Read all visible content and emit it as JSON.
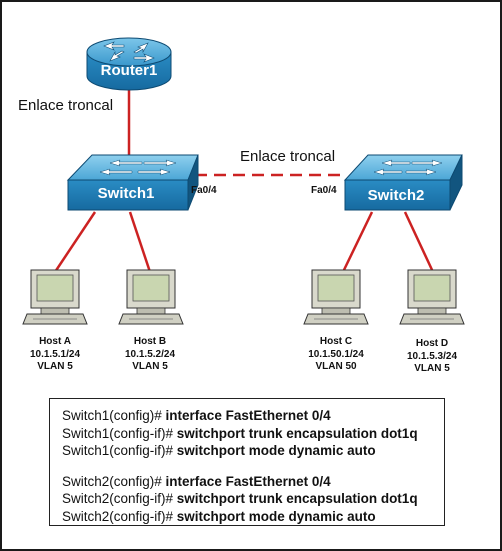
{
  "router": {
    "label": "Router1"
  },
  "switches": [
    {
      "label": "Switch1",
      "port": "Fa0/4"
    },
    {
      "label": "Switch2",
      "port": "Fa0/4"
    }
  ],
  "trunk_labels": [
    "Enlace troncal",
    "Enlace troncal"
  ],
  "hosts": [
    {
      "name": "Host A",
      "ip": "10.1.5.1/24",
      "vlan": "VLAN 5"
    },
    {
      "name": "Host B",
      "ip": "10.1.5.2/24",
      "vlan": "VLAN 5"
    },
    {
      "name": "Host C",
      "ip": "10.1.50.1/24",
      "vlan": "VLAN 50"
    },
    {
      "name": "Host D",
      "ip": "10.1.5.3/24",
      "vlan": "VLAN 5"
    }
  ],
  "config": [
    [
      {
        "prompt": "Switch1(config)# ",
        "command": "interface FastEthernet 0/4"
      },
      {
        "prompt": "Switch1(config-if)# ",
        "command": "switchport trunk encapsulation dot1q"
      },
      {
        "prompt": "Switch1(config-if)# ",
        "command": "switchport mode dynamic auto"
      }
    ],
    [
      {
        "prompt": "Switch2(config)# ",
        "command": "interface FastEthernet 0/4"
      },
      {
        "prompt": "Switch2(config-if)# ",
        "command": "switchport trunk encapsulation dot1q"
      },
      {
        "prompt": "Switch2(config-if)# ",
        "command": "switchport mode dynamic auto"
      }
    ]
  ],
  "colors": {
    "link": "#cc2222",
    "device_face": "#1f7fb6",
    "device_dark": "#12557f",
    "device_light": "#5fb2dc",
    "pc_body": "#d9d9cc",
    "pc_screen": "#c9d6b0"
  }
}
